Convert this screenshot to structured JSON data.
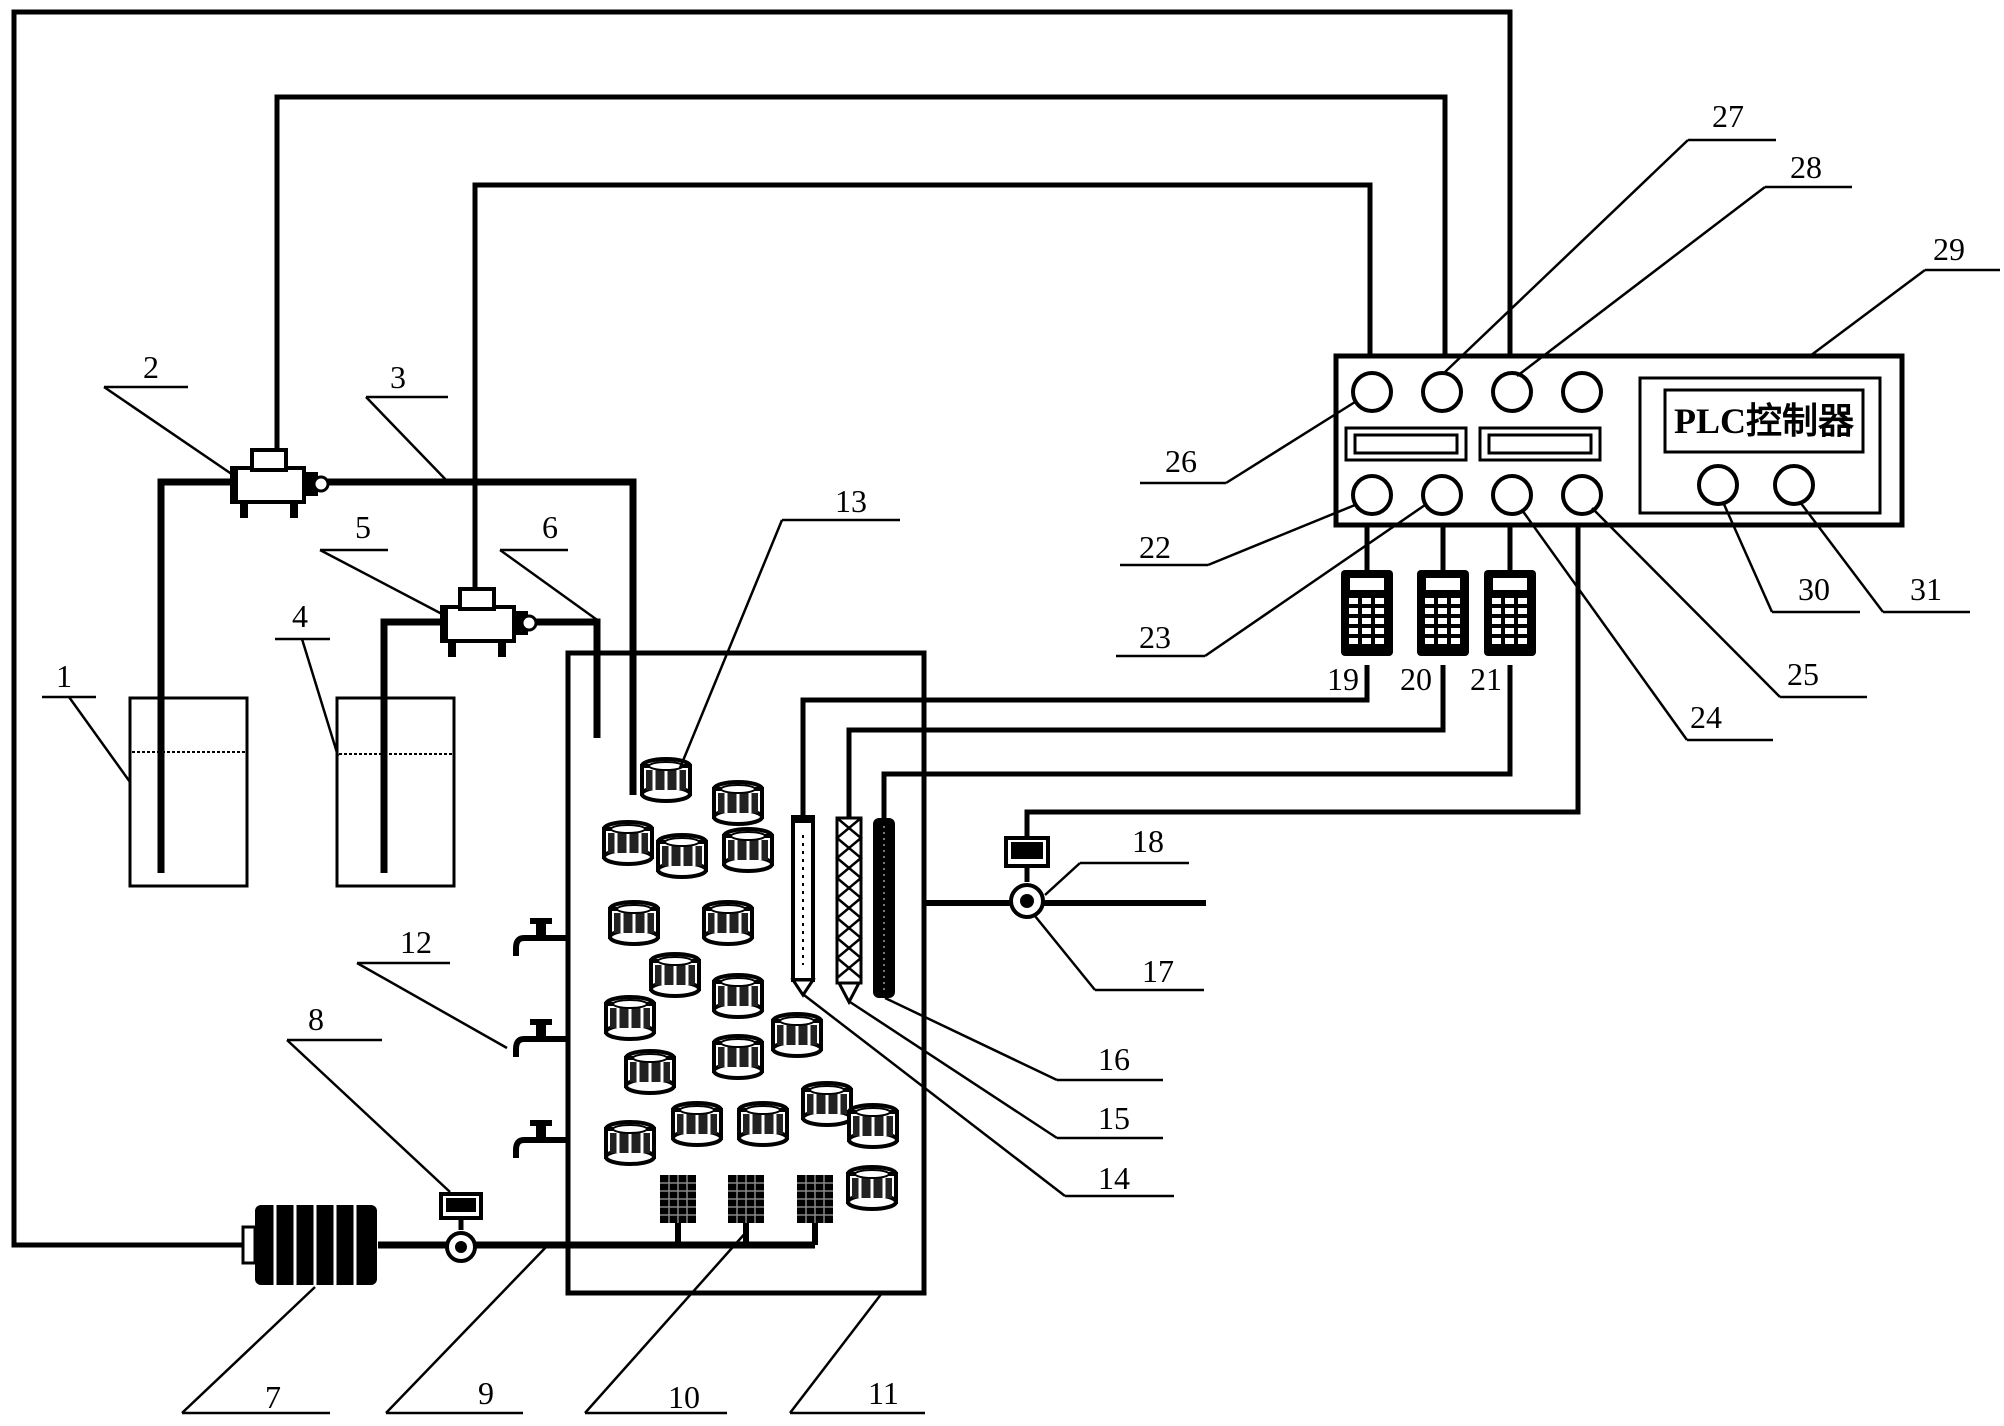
{
  "controller": {
    "plc_label": "PLC控制器"
  },
  "callouts": {
    "c1": "1",
    "c2": "2",
    "c3": "3",
    "c4": "4",
    "c5": "5",
    "c6": "6",
    "c7": "7",
    "c8": "8",
    "c9": "9",
    "c10": "10",
    "c11": "11",
    "c12": "12",
    "c13": "13",
    "c14": "14",
    "c15": "15",
    "c16": "16",
    "c17": "17",
    "c18": "18",
    "c19": "19",
    "c20": "20",
    "c21": "21",
    "c22": "22",
    "c23": "23",
    "c24": "24",
    "c25": "25",
    "c26": "26",
    "c27": "27",
    "c28": "28",
    "c29": "29",
    "c30": "30",
    "c31": "31"
  }
}
